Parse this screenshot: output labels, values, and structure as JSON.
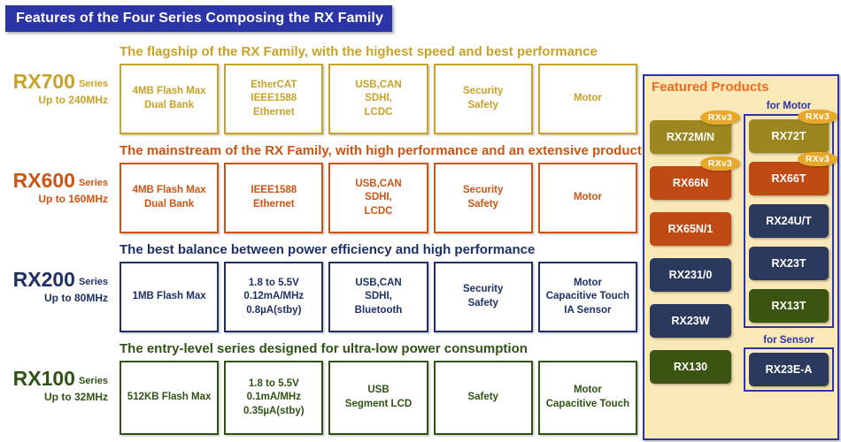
{
  "header": {
    "title": "Features of the Four Series Composing the RX Family"
  },
  "series": [
    {
      "name": "RX700",
      "series_word": "Series",
      "speed": "Up to 240MHz",
      "tagline": "The flagship of the RX Family, with the highest speed and best performance",
      "color": "#c9a227",
      "boxes": [
        [
          "4MB Flash Max",
          "Dual Bank"
        ],
        [
          "EtherCAT",
          "IEEE1588",
          "Ethernet"
        ],
        [
          "USB,CAN",
          "SDHI,",
          "LCDC"
        ],
        [
          "Security",
          "Safety"
        ],
        [
          "Motor"
        ]
      ]
    },
    {
      "name": "RX600",
      "series_word": "Series",
      "speed": "Up to 160MHz",
      "tagline": "The mainstream of the RX Family, with high performance and an extensive product lineup",
      "color": "#cc5513",
      "boxes": [
        [
          "4MB Flash Max",
          "Dual Bank"
        ],
        [
          "IEEE1588",
          "Ethernet"
        ],
        [
          "USB,CAN",
          "SDHI,",
          "LCDC"
        ],
        [
          "Security",
          "Safety"
        ],
        [
          "Motor"
        ]
      ]
    },
    {
      "name": "RX200",
      "series_word": "Series",
      "speed": "Up to 80MHz",
      "tagline": "The best balance between power efficiency and high performance",
      "color": "#1f3066",
      "boxes": [
        [
          "1MB Flash Max"
        ],
        [
          "1.8 to 5.5V",
          "0.12mA/MHz",
          "0.8µA(stby)"
        ],
        [
          "USB,CAN",
          "SDHI,",
          "Bluetooth"
        ],
        [
          "Security",
          "Safety"
        ],
        [
          "Motor",
          "Capacitive Touch",
          "IA Sensor"
        ]
      ]
    },
    {
      "name": "RX100",
      "series_word": "Series",
      "speed": "Up to 32MHz",
      "tagline": "The entry-level series designed for ultra-low power consumption",
      "color": "#2f5314",
      "boxes": [
        [
          "512KB Flash Max"
        ],
        [
          "1.8 to 5.5V",
          "0.1mA/MHz",
          "0.35µA(stby)"
        ],
        [
          "USB",
          "Segment LCD"
        ],
        [
          "Safety"
        ],
        [
          "Motor",
          "Capacitive Touch"
        ]
      ]
    }
  ],
  "featured": {
    "title": "Featured Products",
    "title_color": "#f26a21",
    "panel_border": "#2b35a8",
    "panel_bg": "#fbe8b8",
    "badge_label": "RXv3",
    "left_column": [
      {
        "label": "RX72M/N",
        "theme": "gold",
        "badge": "RXv3"
      },
      {
        "label": "RX66N",
        "theme": "orange",
        "badge": "RXv3"
      },
      {
        "label": "RX65N/1",
        "theme": "orange",
        "badge": ""
      },
      {
        "label": "RX231/0",
        "theme": "navy",
        "badge": ""
      },
      {
        "label": "RX23W",
        "theme": "navy",
        "badge": ""
      },
      {
        "label": "RX130",
        "theme": "green",
        "badge": ""
      }
    ],
    "groups": [
      {
        "label": "for Motor",
        "chips": [
          {
            "label": "RX72T",
            "theme": "gold",
            "badge": "RXv3"
          },
          {
            "label": "RX66T",
            "theme": "orange",
            "badge": "RXv3"
          },
          {
            "label": "RX24U/T",
            "theme": "navy",
            "badge": ""
          },
          {
            "label": "RX23T",
            "theme": "navy",
            "badge": ""
          },
          {
            "label": "RX13T",
            "theme": "green",
            "badge": ""
          }
        ]
      },
      {
        "label": "for Sensor",
        "chips": [
          {
            "label": "RX23E-A",
            "theme": "navy",
            "badge": ""
          }
        ]
      }
    ]
  }
}
